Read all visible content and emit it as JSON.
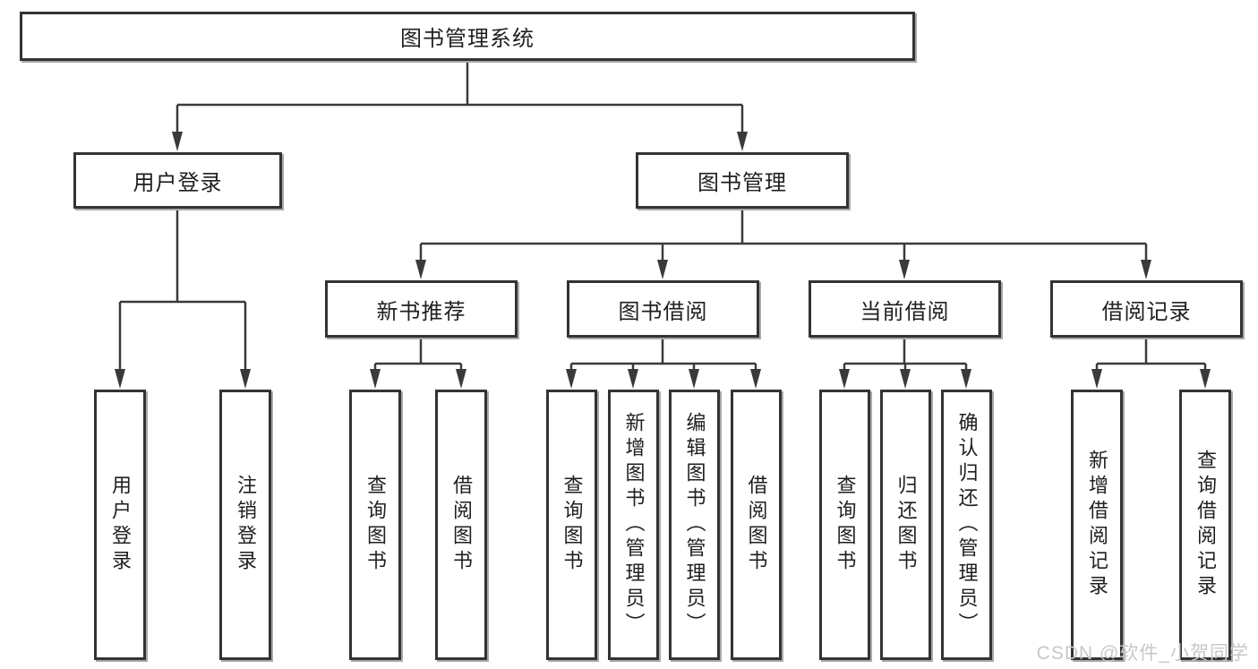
{
  "tree": {
    "root": "图书管理系统",
    "level2": {
      "user_login": "用户登录",
      "book_management": "图书管理"
    },
    "level3": {
      "new_book": "新书推荐",
      "book_borrow": "图书借阅",
      "current_borrow": "当前借阅",
      "borrow_record": "借阅记录"
    },
    "leaves": {
      "user_login": [
        "用户登录",
        "注销登录"
      ],
      "new_book": [
        "查询图书",
        "借阅图书"
      ],
      "book_borrow": [
        "查询图书",
        "新增图书（管理员）",
        "编辑图书（管理员）",
        "借阅图书"
      ],
      "current_borrow": [
        "查询图书",
        "归还图书",
        "确认归还（管理员）"
      ],
      "borrow_record": [
        "新增借阅记录",
        "查询借阅记录"
      ]
    }
  },
  "watermark": {
    "text": "CSDN @软件_小贺同学",
    "color": "#c8c8c8"
  },
  "colors": {
    "line": "#3a3a3a",
    "box_border": "#333333",
    "text": "#1f1f1f",
    "background": "#ffffff"
  }
}
